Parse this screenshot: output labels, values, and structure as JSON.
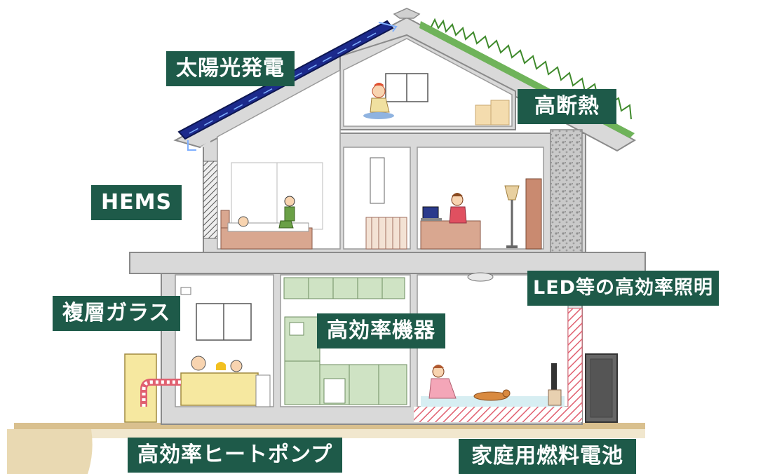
{
  "labels": {
    "solar": "太陽光発電",
    "insulation": "高断熱",
    "hems": "HEMS",
    "glass": "複層ガラス",
    "led": "LED等の高効率照明",
    "appliances": "高効率機器",
    "heat_pump": "高効率ヒートポンプ",
    "fuel_cell": "家庭用燃料電池"
  },
  "icons": [
    "solar-panel-icon",
    "green-roof-icon",
    "bed-icon",
    "person-icon",
    "desk-lamp-icon",
    "laptop-icon",
    "bathtub-icon",
    "kitchen-icon",
    "ceiling-light-icon",
    "tv-icon",
    "dog-icon",
    "fuel-cell-unit-icon",
    "heat-pump-unit-icon"
  ],
  "colors": {
    "label_bg": "#1e5a49",
    "label_text": "#ffffff",
    "wall": "#dcdcdc",
    "wall_stroke": "#8a8a8a",
    "solar_panel": "#1c2a8c",
    "green_roof": "#4e9a3a",
    "ground": "#d9c08e",
    "insulation_pattern": "#c8c8c8",
    "floor_heating": "#e06070"
  }
}
